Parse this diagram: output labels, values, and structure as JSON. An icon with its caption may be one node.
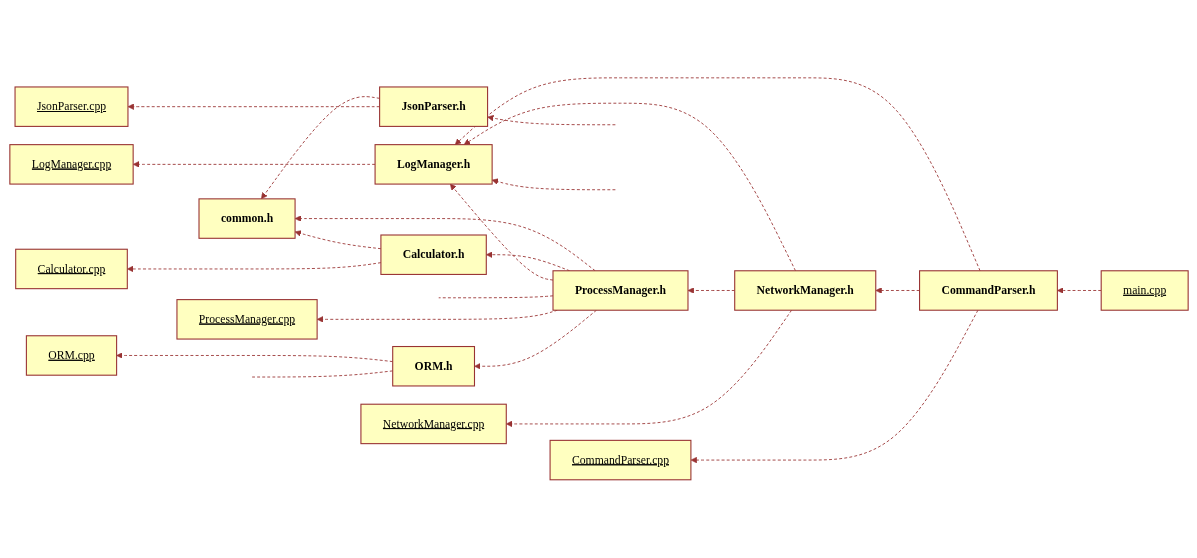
{
  "diagram": {
    "nodes": [
      {
        "text": [
          "common.h"
        ]
      },
      {
        "text": [
          "Calculator.h"
        ]
      },
      {
        "text": [
          "JsonParser.h"
        ]
      },
      {
        "text": [
          "LogManager.h"
        ]
      },
      {
        "text": [
          "Calculator.cpp"
        ]
      },
      {
        "text": [
          "JsonParser.cpp"
        ]
      },
      {
        "text": [
          "ProcessManager.h"
        ]
      },
      {
        "text": [
          "LogManager.cpp"
        ]
      },
      {
        "text": [
          "ProcessManager.cpp"
        ]
      },
      {
        "text": [
          "CommandParser.h"
        ]
      },
      {
        "text": [
          "NetworkManager.h"
        ]
      },
      {
        "text": [
          "ORM.h"
        ]
      },
      {
        "text": [
          "CommandParser.cpp"
        ]
      },
      {
        "text": [
          "NetworkManager.cpp"
        ]
      },
      {
        "text": [
          "main.cpp"
        ]
      },
      {
        "text": [
          "ORM.cpp"
        ]
      }
    ],
    "edges": [
      {
        "from": 2,
        "to": 0,
        "arrow": "to",
        "style": "dashed"
      },
      {
        "from": 1,
        "to": 0,
        "arrow": "to",
        "style": "dashed"
      },
      {
        "from": 6,
        "to": 0,
        "arrow": "to",
        "style": "dashed"
      },
      {
        "from": 6,
        "to": 1,
        "arrow": "to",
        "style": "dashed"
      },
      {
        "from": null,
        "to": 2,
        "arrow": "to",
        "style": "dashed"
      },
      {
        "from": 1,
        "to": 4,
        "arrow": "to",
        "style": "dashed"
      },
      {
        "from": 2,
        "to": 5,
        "arrow": "to",
        "style": "dashed"
      },
      {
        "from": 6,
        "to": 3,
        "arrow": "to",
        "style": "dashed"
      },
      {
        "from": null,
        "to": 3,
        "arrow": "to",
        "style": "dashed"
      },
      {
        "from": 9,
        "to": 3,
        "arrow": "to",
        "style": "dashed"
      },
      {
        "from": 10,
        "to": 3,
        "arrow": "to",
        "style": "dashed"
      },
      {
        "from": 3,
        "to": 7,
        "arrow": "to",
        "style": "dashed"
      },
      {
        "from": 10,
        "to": 6,
        "arrow": "to",
        "style": "dashed"
      },
      {
        "from": 6,
        "to": null,
        "arrow": "none",
        "style": "dashed"
      },
      {
        "from": 6,
        "to": 8,
        "arrow": "to",
        "style": "dashed"
      },
      {
        "from": 6,
        "to": 11,
        "arrow": "to",
        "style": "dashed"
      },
      {
        "from": 9,
        "to": 10,
        "arrow": "to",
        "style": "dashed"
      },
      {
        "from": 9,
        "to": 12,
        "arrow": "to",
        "style": "dashed"
      },
      {
        "from": 10,
        "to": 13,
        "arrow": "to",
        "style": "dashed"
      },
      {
        "from": 14,
        "to": 9,
        "arrow": "to",
        "style": "dashed"
      },
      {
        "from": 11,
        "to": 15,
        "arrow": "to",
        "style": "dashed"
      },
      {
        "from": 11,
        "to": null,
        "arrow": "none",
        "style": "dashed"
      }
    ]
  }
}
